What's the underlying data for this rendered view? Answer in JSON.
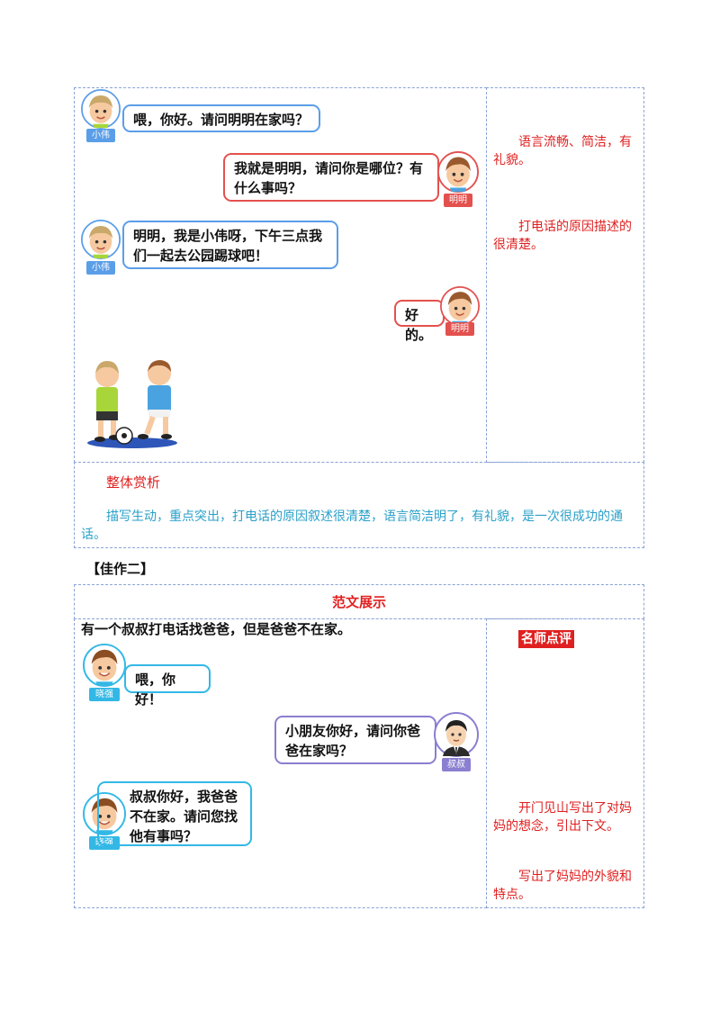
{
  "section1": {
    "dialog": [
      {
        "speaker": "小伟",
        "text": "喂，你好。请问明明在家吗？"
      },
      {
        "speaker": "明明",
        "text": "我就是明明，请问你是哪位？有什么事吗？"
      },
      {
        "speaker": "小伟",
        "text": "明明，我是小伟呀，下午三点我们一起去公园踢球吧！"
      },
      {
        "speaker": "明明",
        "text": "好的。"
      }
    ],
    "reviews": [
      "语言流畅、简洁，有礼貌。",
      "打电话的原因描述的很清楚。"
    ],
    "summary_title": "整体赏析",
    "summary_text": "描写生动，重点突出，打电话的原因叙述很清楚，语言简洁明了，有礼貌，是一次很成功的通话。"
  },
  "section2": {
    "heading": "【佳作二】",
    "table_title": "范文展示",
    "intro": "有一个叔叔打电话找爸爸，但是爸爸不在家。",
    "teacher_label": "名师点评",
    "dialog": [
      {
        "speaker": "晓强",
        "text": "喂，你好！"
      },
      {
        "speaker": "叔叔",
        "text": "小朋友你好，请问你爸爸在家吗？"
      },
      {
        "speaker": "晓强",
        "text": "叔叔你好，我爸爸不在家。请问您找他有事吗？"
      }
    ],
    "reviews": [
      "开门见山写出了对妈妈的想念，引出下文。",
      "写出了妈妈的外貌和特点。"
    ]
  },
  "colors": {
    "border": "#8aa3d6",
    "red": "#e02020",
    "cyan": "#2aa0c9",
    "blue_bubble": "#5b9ee8",
    "red_bubble": "#e3514e"
  }
}
